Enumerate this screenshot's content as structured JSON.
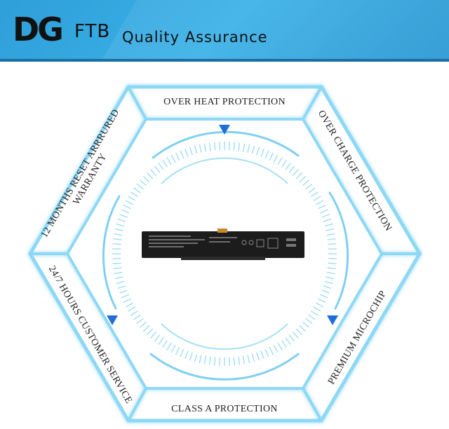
{
  "header": {
    "logo_mark": "DG",
    "logo_suffix": "FTB",
    "tagline": "Quality Assurance"
  },
  "features": {
    "top": "OVER HEAT PROTECTION",
    "top_right": "OVER CHARGE PROTECTION",
    "bottom_right": "PREMIUM MICROCHIP",
    "bottom": "CLASS A PROTECTION",
    "bottom_left": "24/7 HOURS CUSTOMER SERVICE",
    "top_left_line1": "12 MONTHS RESET ARRRURED",
    "top_left_line2": "WARRANTY"
  },
  "colors": {
    "header_bg": "#2f9fd9",
    "accent_blue": "#1f7fd6",
    "hex_glow": "#8ed8f5",
    "hex_fill": "#ffffff"
  }
}
